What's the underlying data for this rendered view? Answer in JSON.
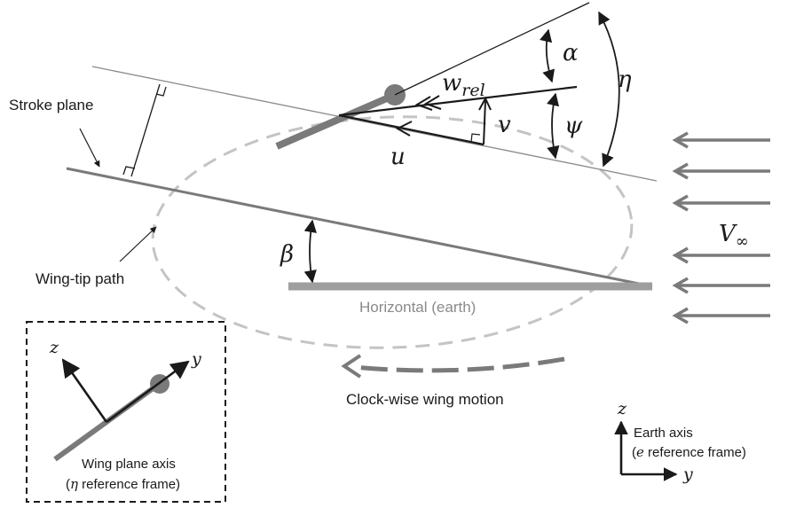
{
  "labels": {
    "stroke_plane": "Stroke plane",
    "wing_tip_path": "Wing-tip path",
    "horizontal": "Horizontal (earth)",
    "clockwise_motion": "Clock-wise wing motion",
    "wing_plane_axis_line1": "Wing plane axis",
    "wing_plane_axis_open": "(",
    "wing_plane_axis_sym": "η",
    "wing_plane_axis_close": " reference frame)",
    "earth_axis_line1": "Earth axis",
    "earth_axis_open": "(",
    "earth_axis_sym": "e",
    "earth_axis_close": " reference frame)"
  },
  "symbols": {
    "alpha": "α",
    "eta": "η",
    "psi": "ψ",
    "beta": "β",
    "u": "u",
    "v": "v",
    "w": "w",
    "w_sub": "rel",
    "v_inf": "V",
    "v_inf_sub": "∞"
  },
  "axes": {
    "wing_z": "z",
    "wing_y": "y",
    "earth_z": "z",
    "earth_y": "y"
  },
  "colors": {
    "dark": "#1a1a1a",
    "gray": "#7a7a7a",
    "light_gray": "#9e9e9e",
    "dashed_ellipse": "#c4c4c4"
  }
}
